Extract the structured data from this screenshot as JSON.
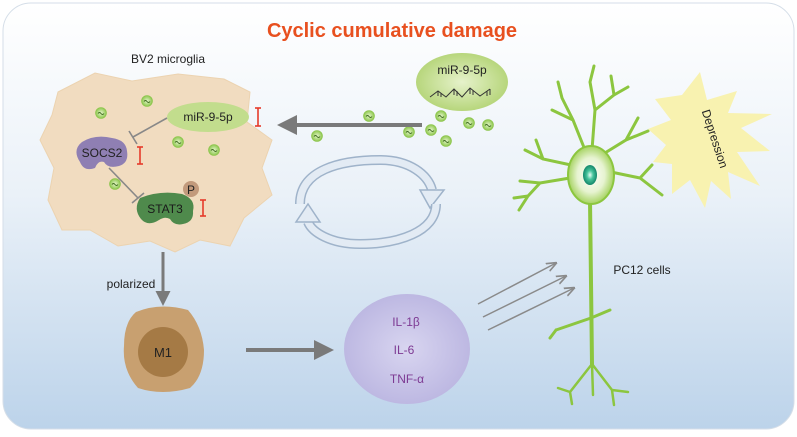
{
  "title": "Cyclic cumulative damage",
  "microglia_label": "BV2 microglia",
  "mirna_inner": "miR-9-5p",
  "mirna_outer": "miR-9-5p",
  "socs2": "SOCS2",
  "stat3": "STAT3",
  "phospho": "P",
  "polarized": "polarized",
  "m1": "M1",
  "cytokines": [
    "IL-1β",
    "IL-6",
    "TNF-α"
  ],
  "pc12_label": "PC12 cells",
  "depression": "Depression",
  "colors": {
    "title": "#e8501f",
    "background_top": "#ffffff",
    "background_bottom": "#bcd3ea",
    "microglia_body": "#f1dcc0",
    "mirna_blob": "#c2dd8d",
    "socs2": "#8f7fb3",
    "stat3": "#4f8a4c",
    "phospho": "#c29a7c",
    "inhibition": "#e63b2a",
    "m1_cell": "#c8a070",
    "m1_nucleus": "#a57a45",
    "cytokine_blob": "#c7c3e6",
    "cytokine_text": "#7d3a93",
    "neuron": "#8cc63f",
    "neuron_glow": "#e3f1c9",
    "nucleus": "#1f9e7e",
    "depression_burst": "#f8f2b0",
    "arrow_gray": "#7a7a7a",
    "cycle_arrow": "#c9d4e2"
  }
}
